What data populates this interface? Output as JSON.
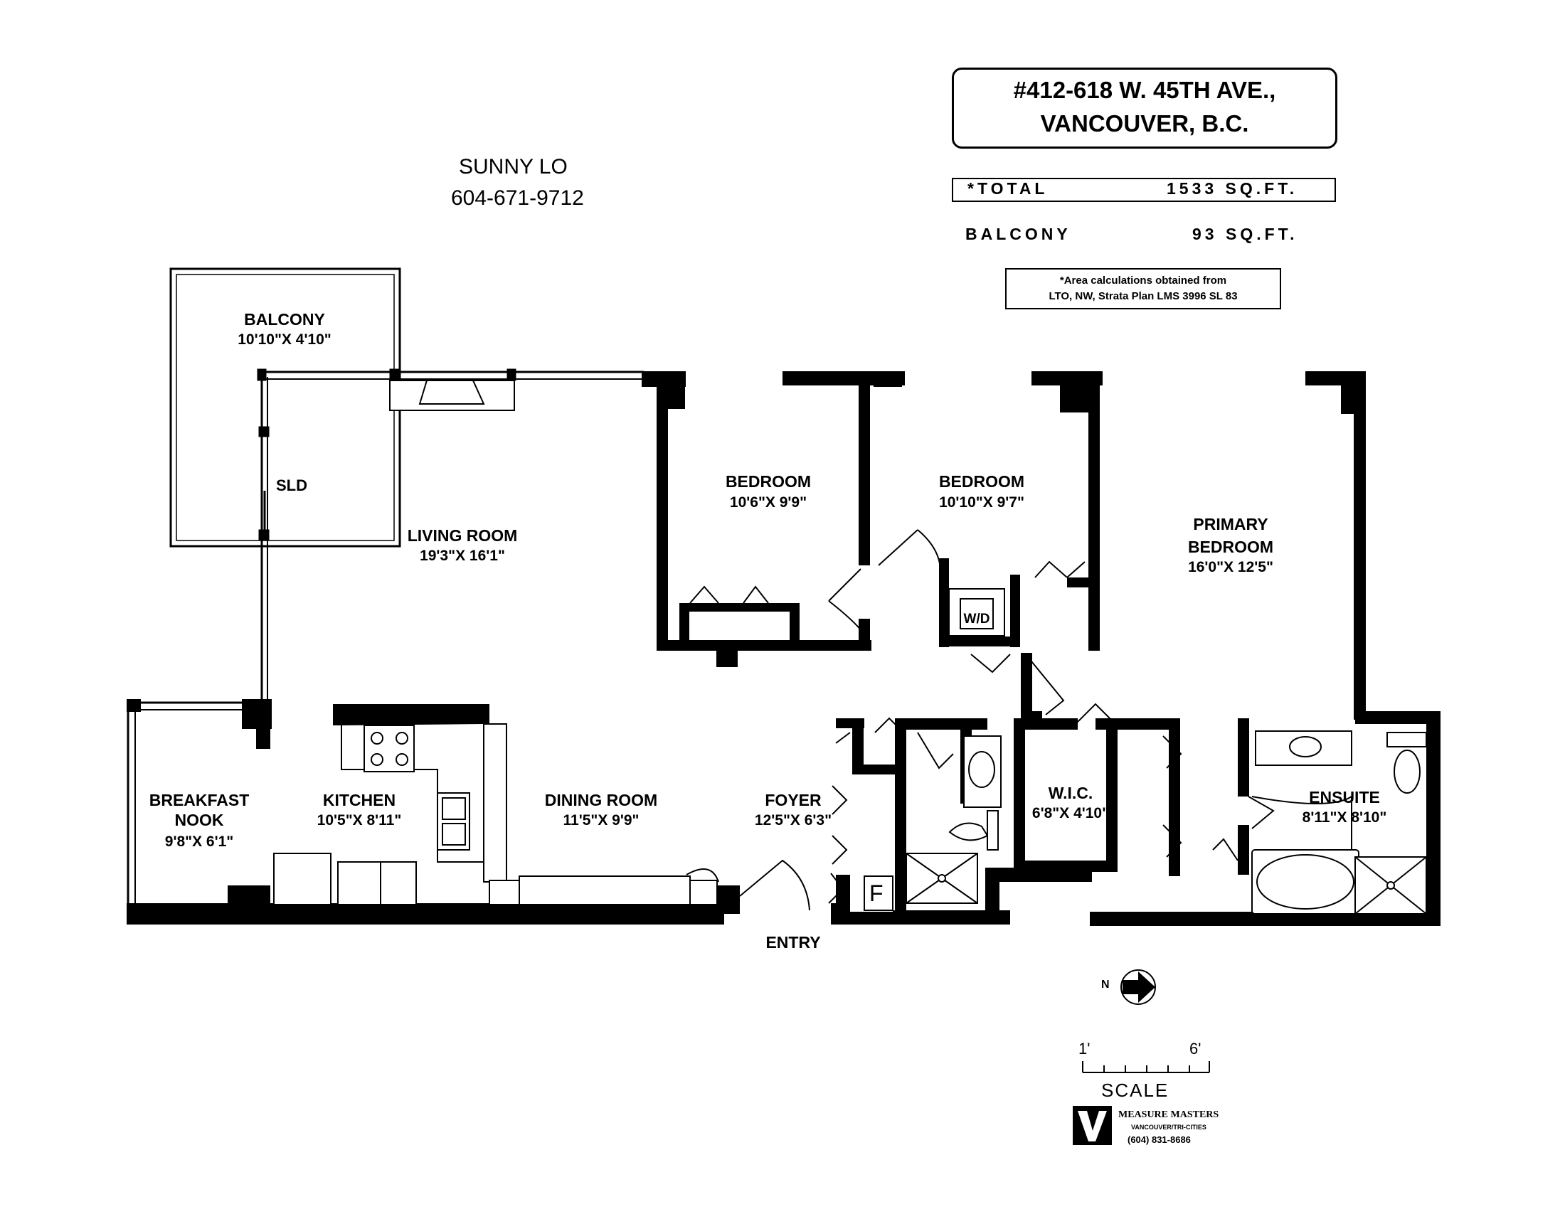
{
  "agent": {
    "name": "SUNNY LO",
    "phone": "604-671-9712"
  },
  "address": {
    "line1": "#412-618 W. 45TH AVE.,",
    "line2": "VANCOUVER, B.C."
  },
  "area": {
    "total_label": "*TOTAL",
    "total_value": "1533 SQ.FT.",
    "balcony_label": "BALCONY",
    "balcony_value": "93 SQ.FT.",
    "note_line1": "*Area calculations obtained from",
    "note_line2": "LTO, NW, Strata Plan LMS 3996 SL 83"
  },
  "rooms": {
    "balcony": {
      "name": "BALCONY",
      "dim": "10'10\"X 4'10\""
    },
    "sld": "SLD",
    "living": {
      "name": "LIVING ROOM",
      "dim": "19'3\"X 16'1\""
    },
    "bedroom1": {
      "name": "BEDROOM",
      "dim": "10'6\"X 9'9\""
    },
    "bedroom2": {
      "name": "BEDROOM",
      "dim": "10'10\"X 9'7\""
    },
    "primary": {
      "name1": "PRIMARY",
      "name2": "BEDROOM",
      "dim": "16'0\"X 12'5\""
    },
    "wd": "W/D",
    "nook": {
      "name1": "BREAKFAST",
      "name2": "NOOK",
      "dim": "9'8\"X 6'1\""
    },
    "kitchen": {
      "name": "KITCHEN",
      "dim": "10'5\"X 8'11\""
    },
    "dining": {
      "name": "DINING ROOM",
      "dim": "11'5\"X 9'9\""
    },
    "foyer": {
      "name": "FOYER",
      "dim": "12'5\"X 6'3\""
    },
    "wic": {
      "name": "W.I.C.",
      "dim": "6'8\"X 4'10\""
    },
    "ensuite": {
      "name": "ENSUITE",
      "dim": "8'11\"X 8'10\""
    },
    "fireplace_tag": "F",
    "entry": "ENTRY"
  },
  "compass": {
    "letter": "N"
  },
  "scale": {
    "start": "1'",
    "end": "6'",
    "label": "SCALE"
  },
  "logo": {
    "company": "MEASURE MASTERS",
    "sub": "VANCOUVER/TRI-CITIES",
    "phone": "(604) 831-8686"
  },
  "colors": {
    "ink": "#000000",
    "paper": "#ffffff"
  }
}
